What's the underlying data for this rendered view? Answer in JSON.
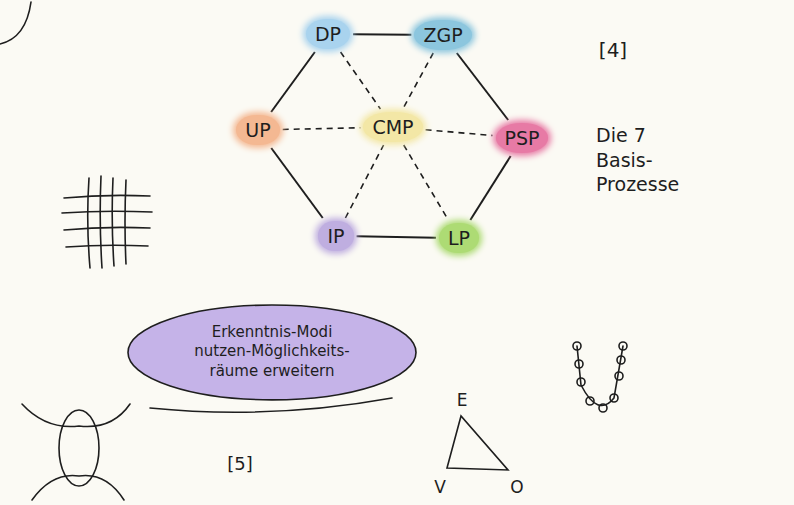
{
  "diagram": {
    "nodes": [
      {
        "text": [
          "DP"
        ]
      },
      {
        "text": [
          "ZGP"
        ]
      },
      {
        "text": [
          "UP"
        ]
      },
      {
        "text": [
          "CMP"
        ]
      },
      {
        "text": [
          "PSP"
        ]
      },
      {
        "text": [
          "IP"
        ]
      },
      {
        "text": [
          "LP"
        ]
      },
      {
        "text": [
          "Erkenntnis-Modi nutzen-Möglichkeits- räume erweitern"
        ]
      }
    ],
    "edges": [
      {
        "from": 0,
        "to": 1,
        "arrow": "none"
      },
      {
        "from": 1,
        "to": 4,
        "arrow": "none"
      },
      {
        "from": 4,
        "to": 6,
        "arrow": "none"
      },
      {
        "from": 6,
        "to": 5,
        "arrow": "none"
      },
      {
        "from": 5,
        "to": 2,
        "arrow": "none"
      },
      {
        "from": 2,
        "to": 0,
        "arrow": "none"
      },
      {
        "from": 0,
        "to": 3,
        "arrow": "none"
      },
      {
        "from": 1,
        "to": 3,
        "arrow": "none"
      },
      {
        "from": 2,
        "to": 3,
        "arrow": "none"
      },
      {
        "from": 3,
        "to": 4,
        "arrow": "none"
      },
      {
        "from": 5,
        "to": 3,
        "arrow": "none"
      },
      {
        "from": 3,
        "to": 6,
        "arrow": "none"
      }
    ],
    "labels": [
      "[4]",
      "Die 7 Basis- Prozesse",
      "[5]",
      "E",
      "V",
      "O"
    ]
  }
}
